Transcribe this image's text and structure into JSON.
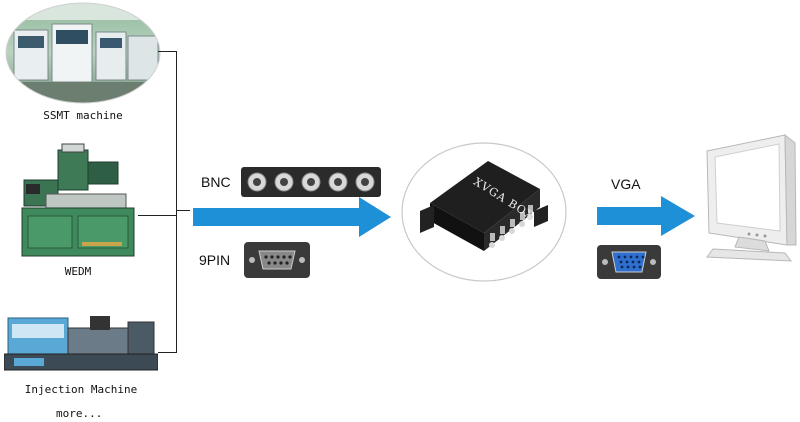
{
  "sources": [
    {
      "id": "ssmt",
      "caption": "SSMT machine"
    },
    {
      "id": "wedm",
      "caption": "WEDM"
    },
    {
      "id": "injection",
      "caption": "Injection Machine"
    }
  ],
  "more_caption": "more...",
  "inputs": {
    "bnc_label": "BNC",
    "ninepin_label": "9PIN"
  },
  "device": {
    "brand_text": "XVGA BOX"
  },
  "output": {
    "vga_label": "VGA"
  },
  "colors": {
    "arrow": "#1e90d8",
    "bracket": "#222222"
  }
}
